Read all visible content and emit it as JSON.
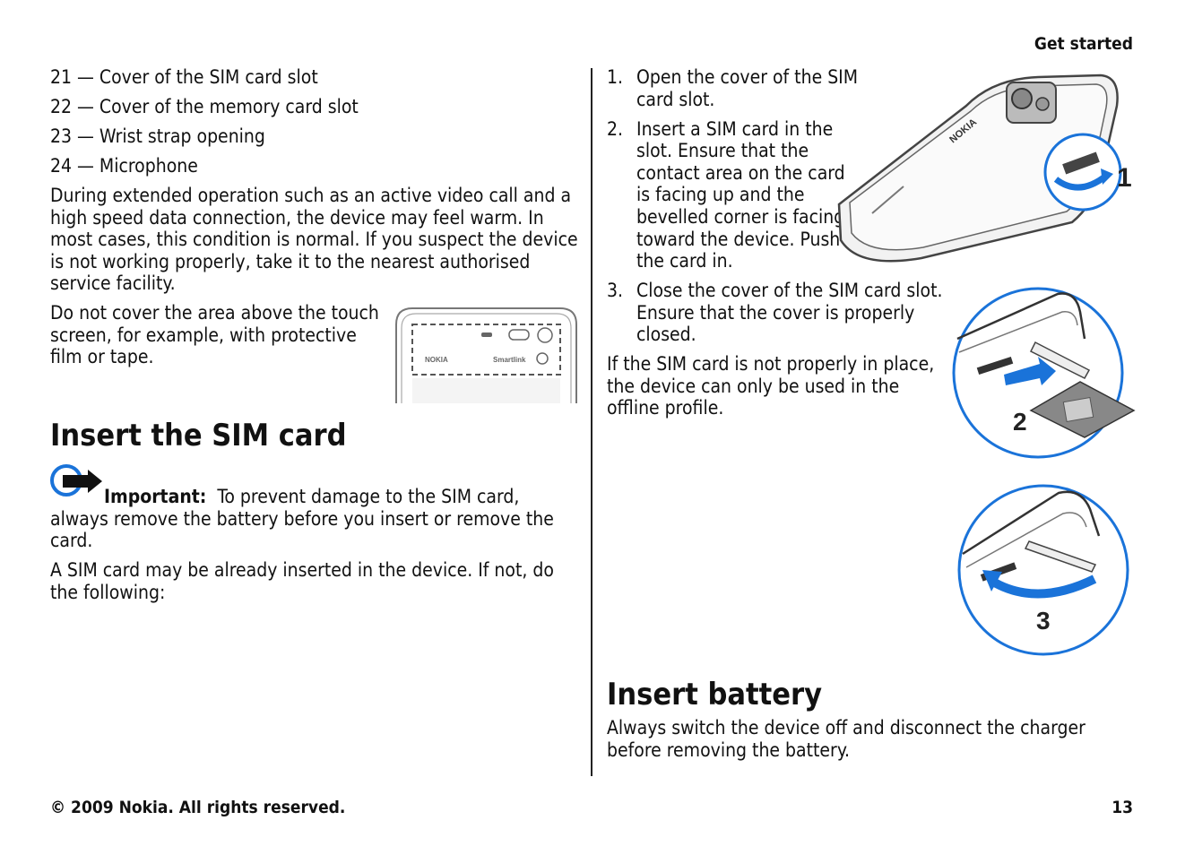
{
  "header": {
    "section": "Get started"
  },
  "footer": {
    "copyright": "© 2009 Nokia. All rights reserved.",
    "page_number": "13"
  },
  "left": {
    "parts": [
      "21 — Cover of the SIM card slot",
      "22 — Cover of the memory card slot",
      "23 — Wrist strap opening",
      "24 — Microphone"
    ],
    "warm_paragraph": "During extended operation such as an active video call and a high speed data connection, the device may feel warm. In most cases, this condition is normal. If you suspect the device is not working properly, take it to the nearest authorised service facility.",
    "cover_paragraph": "Do not cover the area above the touch screen, for example, with protective film or tape.",
    "figure_brand": "NOKIA",
    "figure_model": "Smartlink",
    "sim_heading": "Insert the SIM card",
    "important_label": "Important:",
    "important_text": "To prevent damage to the SIM card, always remove the battery before you insert or remove the card.",
    "sim_paragraph": "A SIM card may be already inserted in the device. If not, do the following:"
  },
  "right": {
    "steps": [
      {
        "num": "1.",
        "text": "Open the cover of the SIM card slot."
      },
      {
        "num": "2.",
        "text": "Insert a SIM card in the slot. Ensure that the contact area on the card is facing up and the bevelled corner is facing toward the device. Push the card in."
      },
      {
        "num": "3.",
        "text": "Close the cover of the SIM card slot. Ensure that the cover is properly closed."
      }
    ],
    "offline_paragraph": "If the SIM card is not properly in place, the device can only be used in the offline profile.",
    "figure_brand": "NOKIA",
    "figure_labels": [
      "1",
      "2",
      "3"
    ],
    "battery_heading": "Insert battery",
    "battery_paragraph": "Always switch the device off and disconnect the charger before removing the battery."
  },
  "colors": {
    "accent_blue": "#1a73d9",
    "text": "#111111",
    "line": "#222222"
  }
}
